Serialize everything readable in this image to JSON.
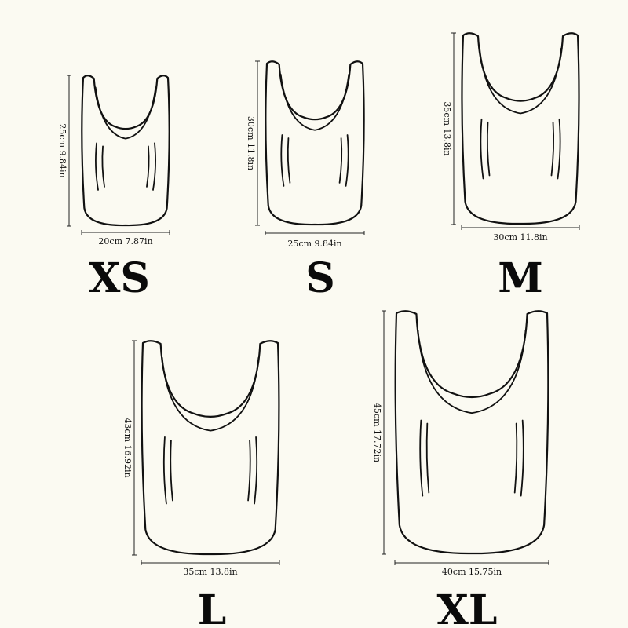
{
  "bags": [
    {
      "size": "XS",
      "height": "25cm 9.84in",
      "width": "20cm 7.87in"
    },
    {
      "size": "S",
      "height": "30cm 11.8in",
      "width": "25cm 9.84in"
    },
    {
      "size": "M",
      "height": "35cm 13.8in",
      "width": "30cm 11.8in"
    },
    {
      "size": "L",
      "height": "43cm 16.92in",
      "width": "35cm 13.8in"
    },
    {
      "size": "XL",
      "height": "45cm 17.72in",
      "width": "40cm 15.75in"
    }
  ]
}
